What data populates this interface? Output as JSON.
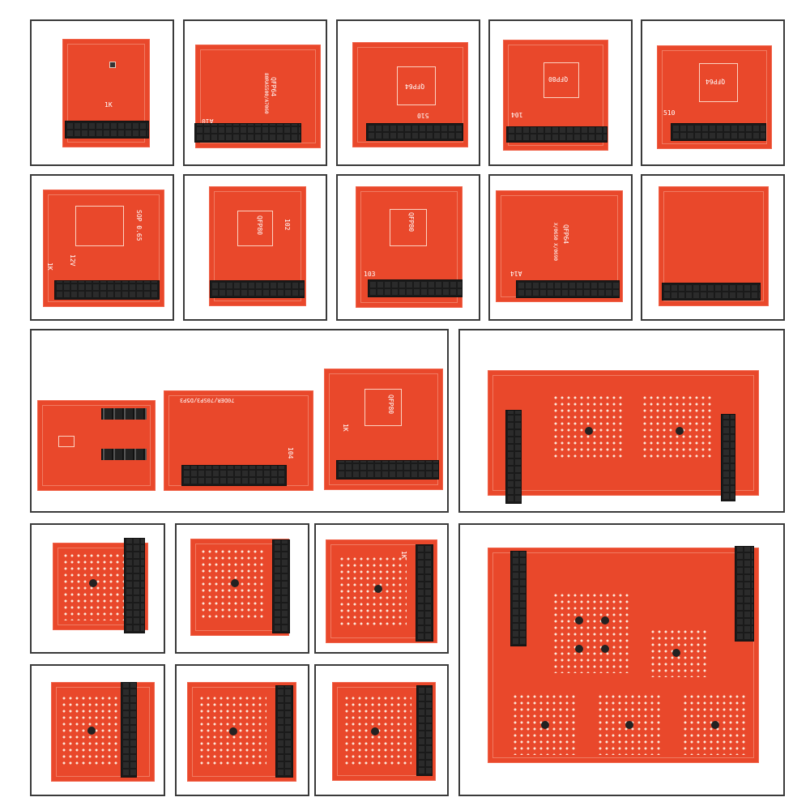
{
  "silk_labels": {
    "b2_code": "QFP64",
    "b2_sub": "80RA5500/A7060",
    "b2_id": "A10",
    "b3_chip": "QFP64",
    "b4_chip": "QFP80",
    "b5_chip": "QFP64",
    "b6_chip": "SOP 0.65",
    "b6_volt": "12V",
    "b7_chip": "QFP80",
    "b8_chip": "QFP80",
    "b9_code": "QFP64",
    "b9_sub": "X/0650 X/0690",
    "b9_id": "A14",
    "b12_chip": "70DER/70SP3/D5P3",
    "b13_chip": "QFP80",
    "r1k": "1K",
    "r510": "510",
    "r104": "104",
    "r103": "103",
    "r102": "102"
  }
}
